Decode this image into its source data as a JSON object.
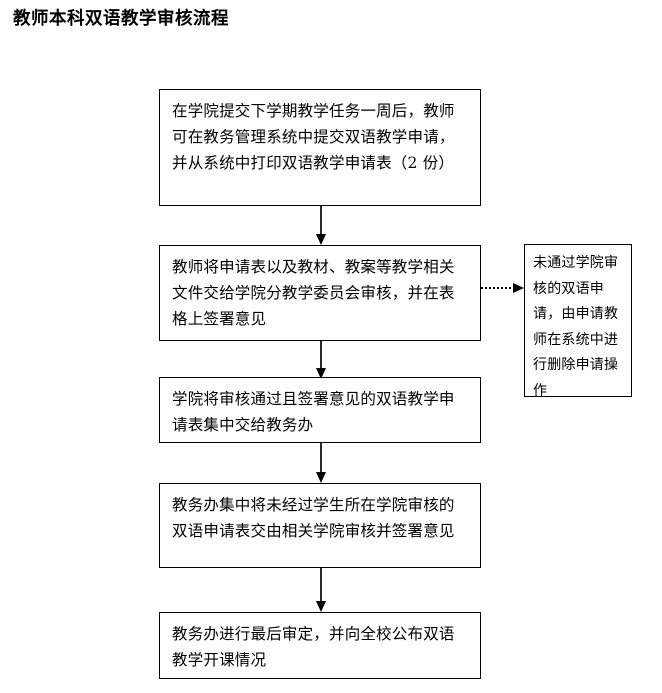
{
  "page": {
    "title": "教师本科双语教学审核流程",
    "background_color": "#ffffff",
    "text_color": "#000000",
    "line_color": "#000000"
  },
  "flowchart": {
    "type": "flowchart",
    "orientation": "vertical",
    "steps": [
      {
        "id": "step-1",
        "order": 1,
        "text": "在学院提交下学期教学任务一周后，教师可在教务管理系统中提交双语教学申请，并从系统中打印双语教学申请表（2 份）"
      },
      {
        "id": "step-2",
        "order": 2,
        "text": "教师将申请表以及教材、教案等教学相关文件交给学院分教学委员会审核，并在表格上签署意见"
      },
      {
        "id": "step-3",
        "order": 3,
        "text": "学院将审核通过且签署意见的双语教学申请表集中交给教务办"
      },
      {
        "id": "step-4",
        "order": 4,
        "text": "教务办集中将未经过学生所在学院审核的双语申请表交由相关学院审核并签署意见"
      },
      {
        "id": "step-5",
        "order": 5,
        "text": "教务办进行最后审定，并向全校公布双语教学开课情况"
      }
    ],
    "side_note": {
      "id": "side-note-1",
      "text": "未通过学院审核的双语申请，由申请教师在系统中进行删除申请操作",
      "attached_to": "step-2",
      "connector": "dotted-arrow-right"
    },
    "connectors": [
      {
        "id": "arrow-1-2",
        "from": "step-1",
        "to": "step-2",
        "style": "solid",
        "direction": "down"
      },
      {
        "id": "arrow-2-3",
        "from": "step-2",
        "to": "step-3",
        "style": "solid",
        "direction": "down"
      },
      {
        "id": "arrow-3-4",
        "from": "step-3",
        "to": "step-4",
        "style": "solid",
        "direction": "down"
      },
      {
        "id": "arrow-4-5",
        "from": "step-4",
        "to": "step-5",
        "style": "solid",
        "direction": "down"
      },
      {
        "id": "arrow-2-note",
        "from": "step-2",
        "to": "side-note-1",
        "style": "dotted",
        "direction": "right"
      }
    ]
  }
}
